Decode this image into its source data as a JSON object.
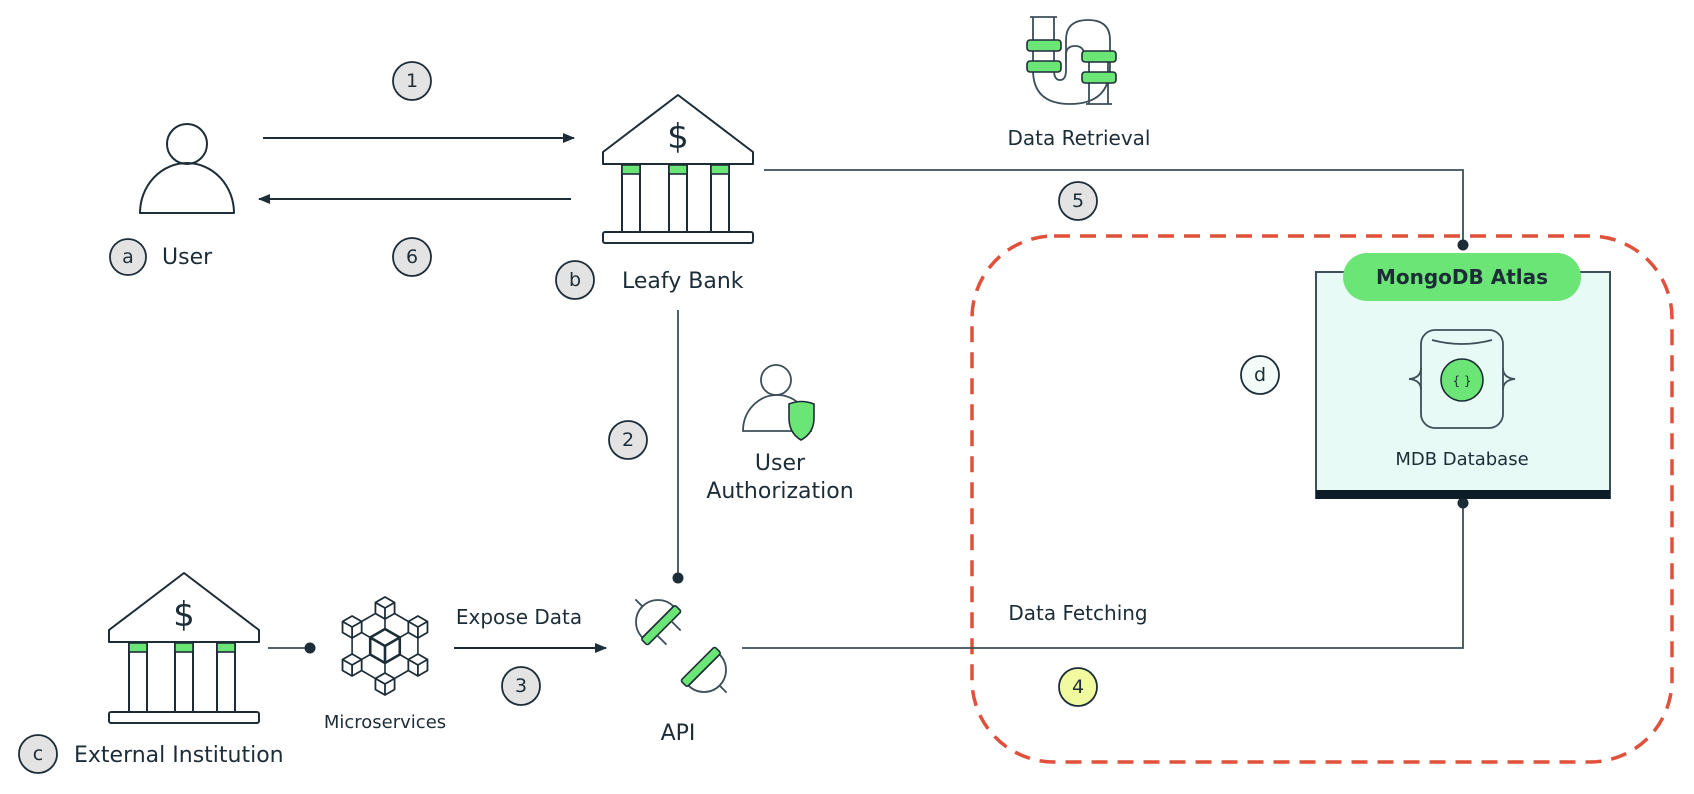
{
  "colors": {
    "ink": "#1c2d38",
    "accent_green": "#6be575",
    "badge_gray": "#e3e3e3",
    "badge_yellow": "#f0fba0",
    "atlas_bg": "#e8faf5",
    "boundary_red": "#e0503a"
  },
  "nodes": {
    "user": {
      "badge": "a",
      "label": "User",
      "icon": "person-icon"
    },
    "leafy_bank": {
      "badge": "b",
      "label": "Leafy Bank",
      "icon": "bank-icon"
    },
    "external_institution": {
      "badge": "c",
      "label": "External Institution",
      "icon": "bank-icon"
    },
    "microservices": {
      "label": "Microservices",
      "icon": "microservices-cubes-icon"
    },
    "api": {
      "label": "API",
      "icon": "plug-icon"
    },
    "user_authorization": {
      "label_line1": "User",
      "label_line2": "Authorization",
      "icon": "user-shield-icon"
    },
    "data_retrieval": {
      "label": "Data Retrieval",
      "icon": "pipe-icon"
    },
    "atlas": {
      "badge": "d",
      "title": "MongoDB Atlas",
      "db_label": "MDB Database",
      "icon": "database-document-icon",
      "icon_glyph": "{ }"
    }
  },
  "edges": {
    "expose_data_label": "Expose Data",
    "data_fetching_label": "Data Fetching"
  },
  "steps": [
    "1",
    "2",
    "3",
    "4",
    "5",
    "6"
  ]
}
